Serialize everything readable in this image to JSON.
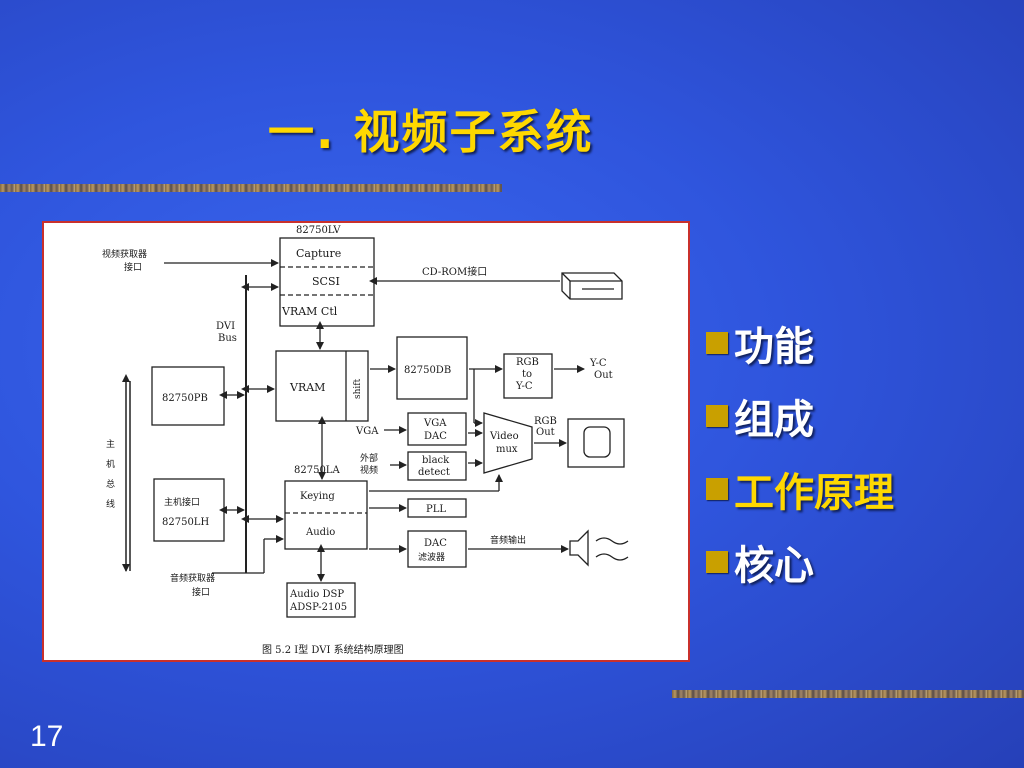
{
  "slide": {
    "title": "一. 视频子系统",
    "page_number": "17",
    "bullets": [
      {
        "label": "功能",
        "highlight": false
      },
      {
        "label": "组成",
        "highlight": false
      },
      {
        "label": "工作原理",
        "highlight": true
      },
      {
        "label": "核心",
        "highlight": false
      }
    ]
  },
  "diagram": {
    "chip_lv": "82750LV",
    "capture": "Capture",
    "scsi": "SCSI",
    "vram_ctl": "VRAM Ctl",
    "video_in_1": "视频获取器",
    "video_in_2": "接口",
    "cdrom": "CD-ROM接口",
    "dvi_bus_1": "DVI",
    "dvi_bus_2": "Bus",
    "vram": "VRAM",
    "shift": "shift",
    "db": "82750DB",
    "rgb_yc_1": "RGB",
    "rgb_yc_2": "to",
    "rgb_yc_3": "Y-C",
    "yc_out_1": "Y-C",
    "yc_out_2": "Out",
    "pb": "82750PB",
    "vga": "VGA",
    "vga_dac_1": "VGA",
    "vga_dac_2": "DAC",
    "video_mux_1": "Video",
    "video_mux_2": "mux",
    "rgb_out_1": "RGB",
    "rgb_out_2": "Out",
    "ext_video_1": "外部",
    "ext_video_2": "视频",
    "black_1": "black",
    "black_2": "detect",
    "la": "82750LA",
    "keying": "Keying",
    "pll": "PLL",
    "audio": "Audio",
    "dac_1": "DAC",
    "dac_2": "滤波器",
    "audio_out": "音频输出",
    "host_bus": [
      "主",
      "机",
      "总",
      "线"
    ],
    "host_if_1": "主机接口",
    "host_if_2": "82750LH",
    "audio_in_1": "音频获取器",
    "audio_in_2": "接口",
    "dsp_1": "Audio DSP",
    "dsp_2": "ADSP-2105",
    "caption": "图 5.2   Ⅰ型 DVI 系统结构原理图"
  }
}
